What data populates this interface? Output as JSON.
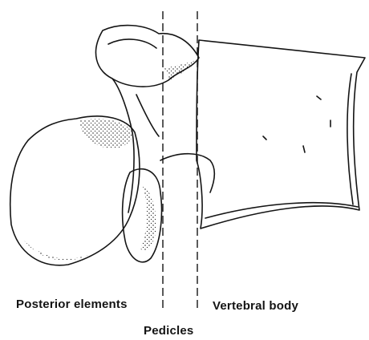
{
  "figure": {
    "labels": {
      "posterior_elements": "Posterior elements",
      "vertebral_body": "Vertebral body",
      "pedicles": "Pedicles"
    },
    "line_color": "#141414",
    "background": "#ffffff"
  }
}
